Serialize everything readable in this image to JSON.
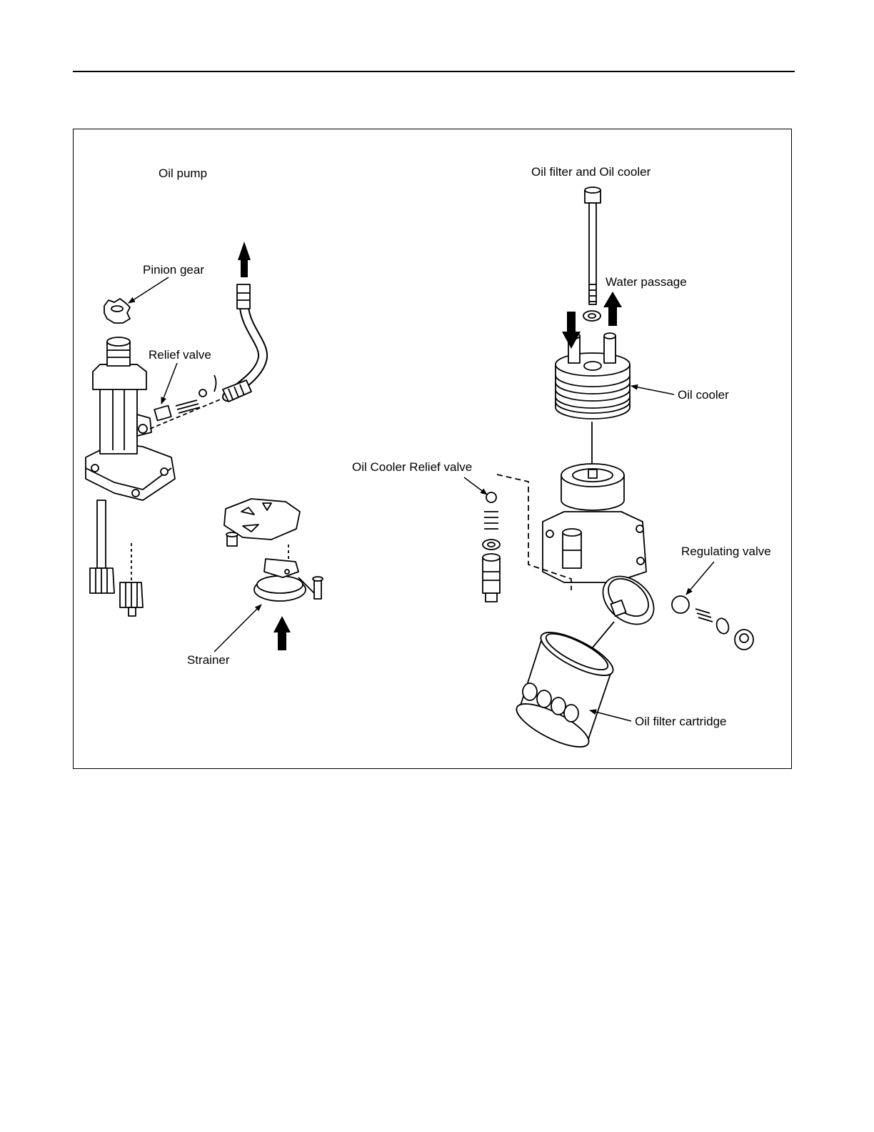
{
  "figure": {
    "sections": {
      "oil_pump": "Oil pump",
      "oil_filter_cooler": "Oil filter and Oil cooler"
    },
    "labels": {
      "pinion_gear": "Pinion gear",
      "relief_valve": "Relief valve",
      "strainer": "Strainer",
      "water_passage": "Water passage",
      "oil_cooler": "Oil cooler",
      "oil_cooler_relief_valve": "Oil Cooler Relief valve",
      "regulating_valve": "Regulating valve",
      "oil_filter_cartridge": "Oil filter cartridge"
    },
    "colors": {
      "line": "#000000",
      "paper": "#ffffff"
    }
  }
}
